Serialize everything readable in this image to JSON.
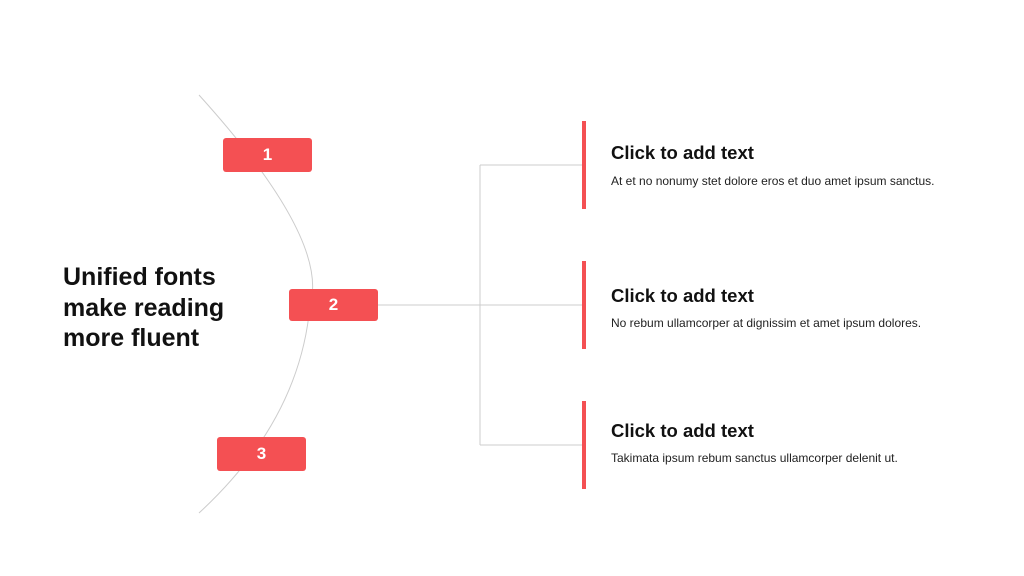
{
  "title": "Unified fonts make reading more fluent",
  "accent_color": "#f45053",
  "line_color": "#cccccc",
  "badges": [
    {
      "label": "1"
    },
    {
      "label": "2"
    },
    {
      "label": "3"
    }
  ],
  "items": [
    {
      "heading": "Click to add text",
      "text": "At et no nonumy stet dolore eros et duo amet ipsum sanctus."
    },
    {
      "heading": "Click to add text",
      "text": "No rebum ullamcorper at dignissim et amet ipsum dolores."
    },
    {
      "heading": "Click to add text",
      "text": "Takimata ipsum rebum sanctus ullamcorper delenit ut."
    }
  ]
}
